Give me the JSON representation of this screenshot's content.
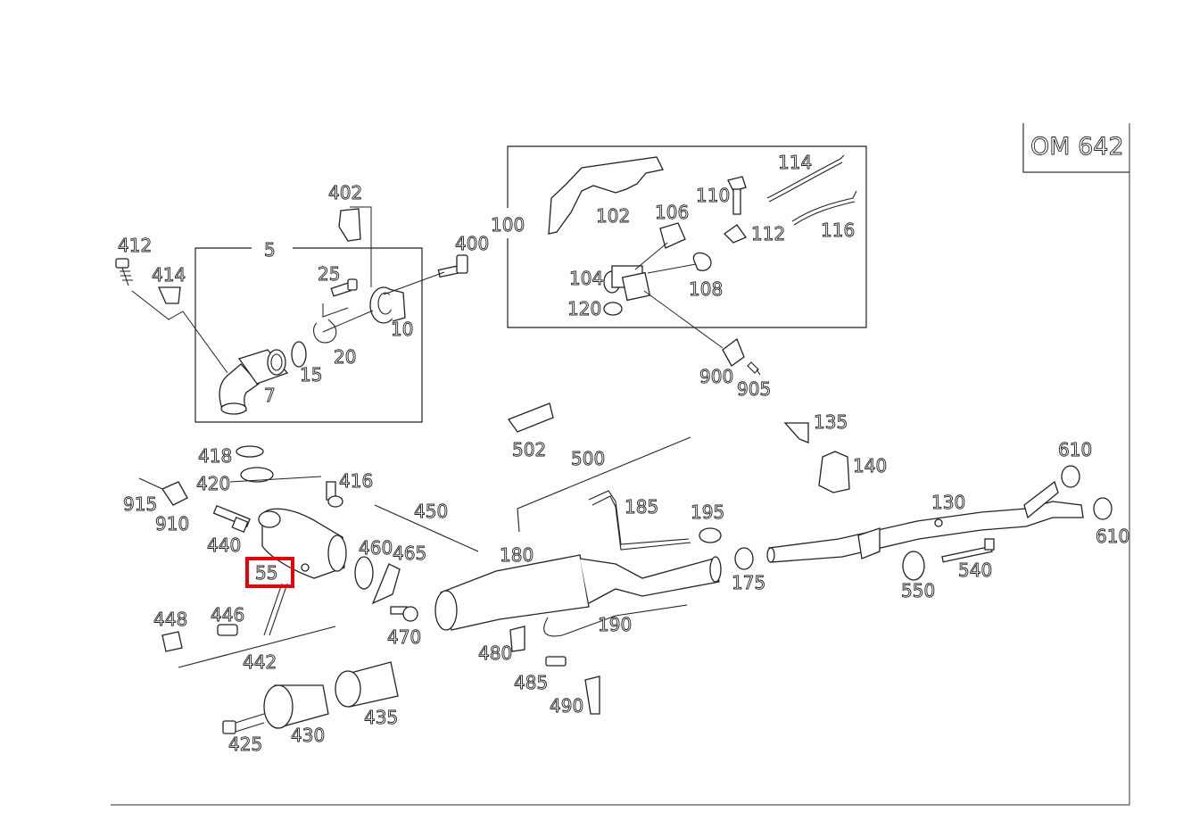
{
  "engine_code": "OM 642",
  "highlight_color": "#e8000b",
  "highlighted_part": "55",
  "labels": {
    "p5": "5",
    "p7": "7",
    "p10": "10",
    "p15": "15",
    "p20": "20",
    "p25": "25",
    "p55": "55",
    "p100": "100",
    "p102": "102",
    "p104": "104",
    "p106": "106",
    "p108": "108",
    "p110": "110",
    "p112": "112",
    "p114": "114",
    "p116": "116",
    "p120": "120",
    "p130": "130",
    "p135": "135",
    "p140": "140",
    "p175": "175",
    "p180": "180",
    "p185": "185",
    "p190": "190",
    "p195": "195",
    "p400": "400",
    "p402": "402",
    "p412": "412",
    "p414": "414",
    "p416": "416",
    "p418": "418",
    "p420": "420",
    "p425": "425",
    "p430": "430",
    "p435": "435",
    "p440": "440",
    "p442": "442",
    "p446": "446",
    "p448": "448",
    "p450": "450",
    "p460": "460",
    "p465": "465",
    "p470": "470",
    "p480": "480",
    "p485": "485",
    "p490": "490",
    "p500": "500",
    "p502": "502",
    "p540": "540",
    "p550": "550",
    "p610a": "610",
    "p610b": "610",
    "p900": "900",
    "p905": "905",
    "p910": "910",
    "p915": "915"
  }
}
